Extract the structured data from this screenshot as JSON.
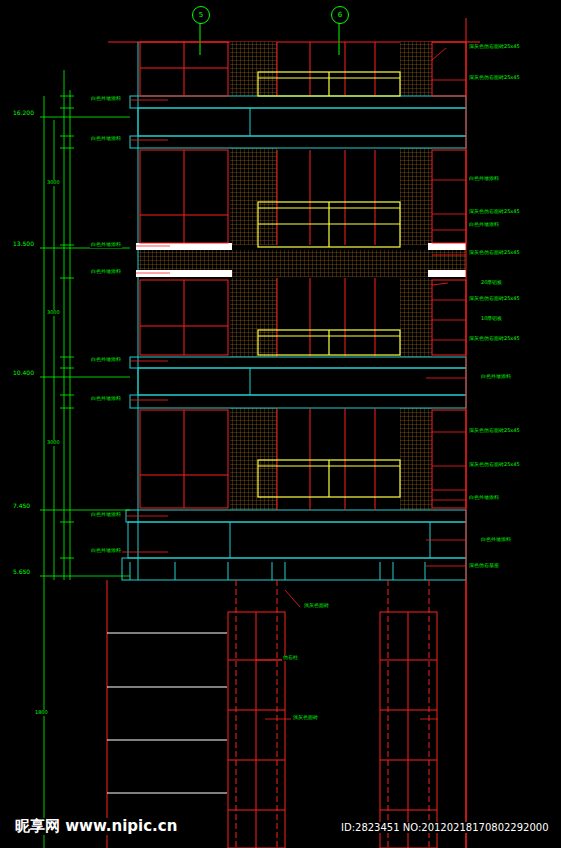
{
  "diagram": {
    "nodes": [
      {
        "text": [
          "5"
        ]
      },
      {
        "text": [
          "6"
        ]
      }
    ],
    "labels": [
      "16.200",
      "13.500",
      "10.400",
      "7.450",
      "5.650",
      "昵享网 www.nipic.cn",
      "ID:2823451 NO:20120218170802292000",
      "深灰色仿石面砖25x45",
      "深灰色仿石面砖25x45",
      "白色外墙涂料",
      "深灰色仿石面砖25x45",
      "白色外墙涂料",
      "深灰色仿石面砖25x45",
      "20厚铝板",
      "深灰色仿石面砖25x45",
      "10厚铝板",
      "深灰色仿石面砖25x45",
      "白色外墙涂料",
      "深灰色仿石面砖25x45",
      "深灰色仿石面砖25x45",
      "白色外墙涂料",
      "白色外墙涂料",
      "深色仿石基座",
      "白色外墙涂料",
      "白色外墙涂料",
      "白色外墙涂料",
      "白色外墙涂料",
      "白色外墙涂料",
      "白色外墙涂料",
      "白色外墙涂料",
      "白色外墙涂料",
      "浅灰色面砖",
      "仿石柱",
      "浅灰色面砖",
      "3000",
      "3000",
      "3000",
      "1800"
    ]
  }
}
